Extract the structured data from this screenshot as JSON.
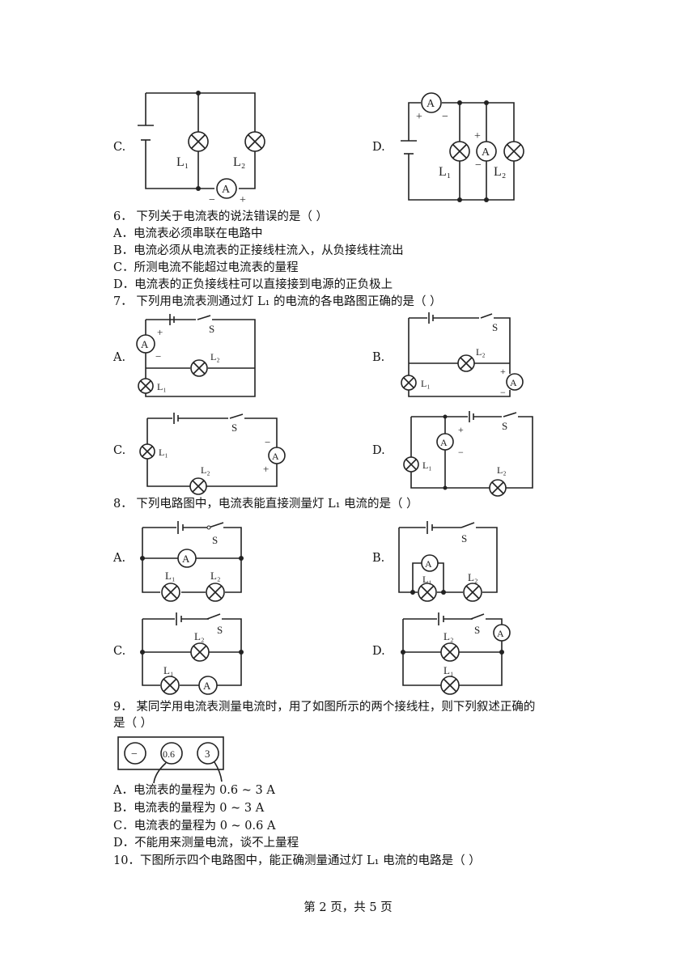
{
  "q5": {
    "c_label": "C.",
    "d_label": "D."
  },
  "q6": {
    "stem": "6．  下列关于电流表的说法错误的是（        ）",
    "options": [
      "A．电流表必须串联在电路中",
      "B．电流必须从电流表的正接线柱流入，从负接线柱流出",
      "C．所测电流不能超过电流表的量程",
      "D．电流表的正负接线柱可以直接接到电源的正负极上"
    ]
  },
  "q7": {
    "stem": "7．  下列用电流表测通过灯 L₁ 的电流的各电路图正确的是（        ）",
    "labels": [
      "A.",
      "B.",
      "C.",
      "D."
    ]
  },
  "q8": {
    "stem": "8．  下列电路图中，电流表能直接测量灯 L₁ 电流的是（        ）",
    "labels": [
      "A.",
      "B.",
      "C.",
      "D."
    ]
  },
  "q9": {
    "stem_line1": "9．  某同学用电流表测量电流时，用了如图所示的两个接线柱，则下列叙述正确的",
    "stem_line2": "是（        ）",
    "terminals": [
      "−",
      "0.6",
      "3"
    ],
    "options": [
      "A．电流表的量程为 0.6 ~ 3 A",
      "B．电流表的量程为 0 ~ 3 A",
      "C．电流表的量程为 0 ~ 0.6 A",
      "D．不能用来测量电流，谈不上量程"
    ]
  },
  "q10": {
    "stem": "10．下图所示四个电路图中，能正确测量通过灯 L₁ 电流的电路是（        ）"
  },
  "footer": "第 2 页，共 5 页",
  "circuit_text": {
    "ammeter": "A",
    "switch": "S",
    "l1": "L₁",
    "l2": "L₂",
    "plus": "+",
    "minus": "−"
  }
}
